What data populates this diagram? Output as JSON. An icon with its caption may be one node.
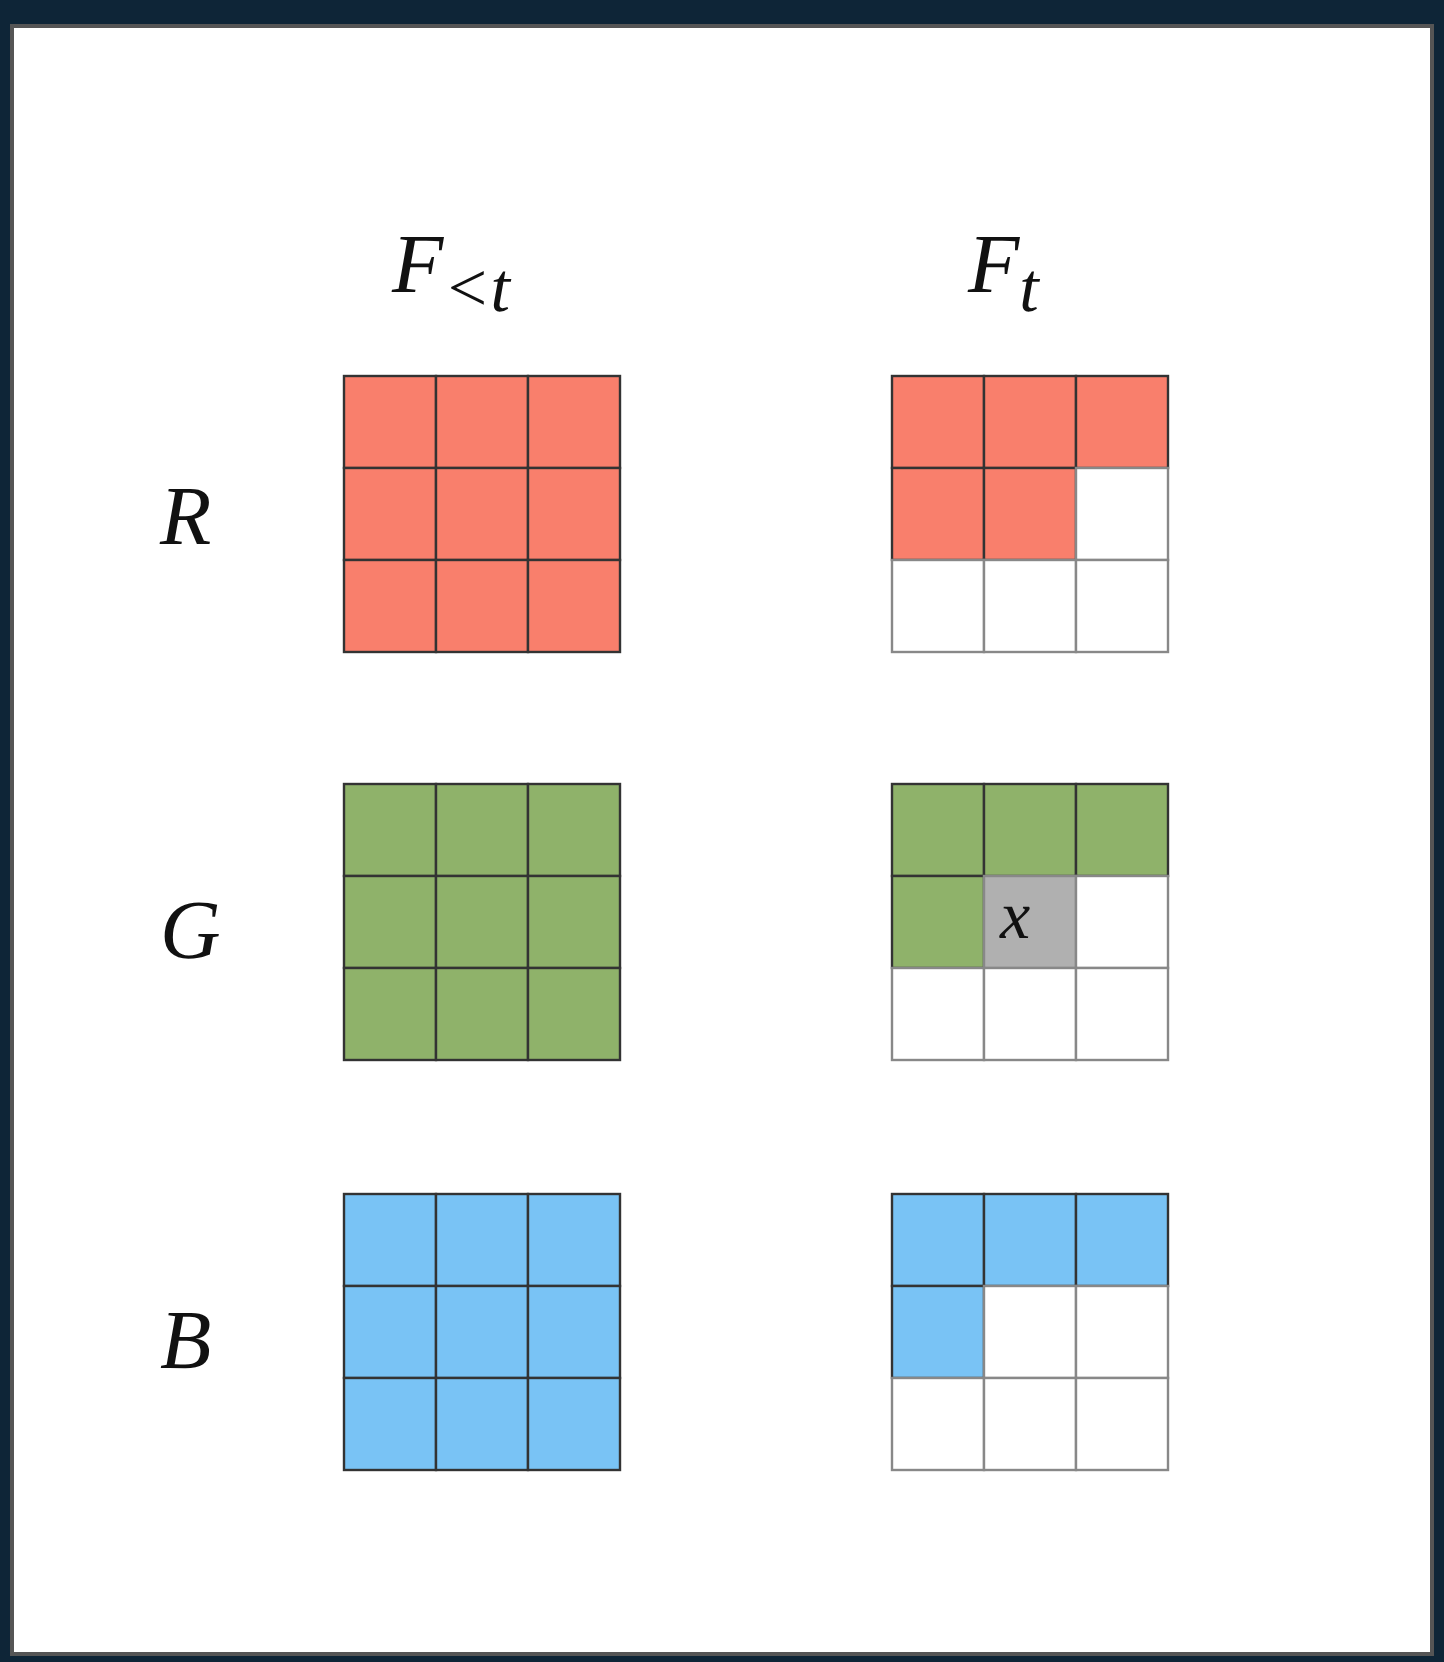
{
  "diagram": {
    "labels": [
      "F$_{<t}$",
      "F$_{t}$",
      "R",
      "G",
      "B",
      "x"
    ]
  }
}
